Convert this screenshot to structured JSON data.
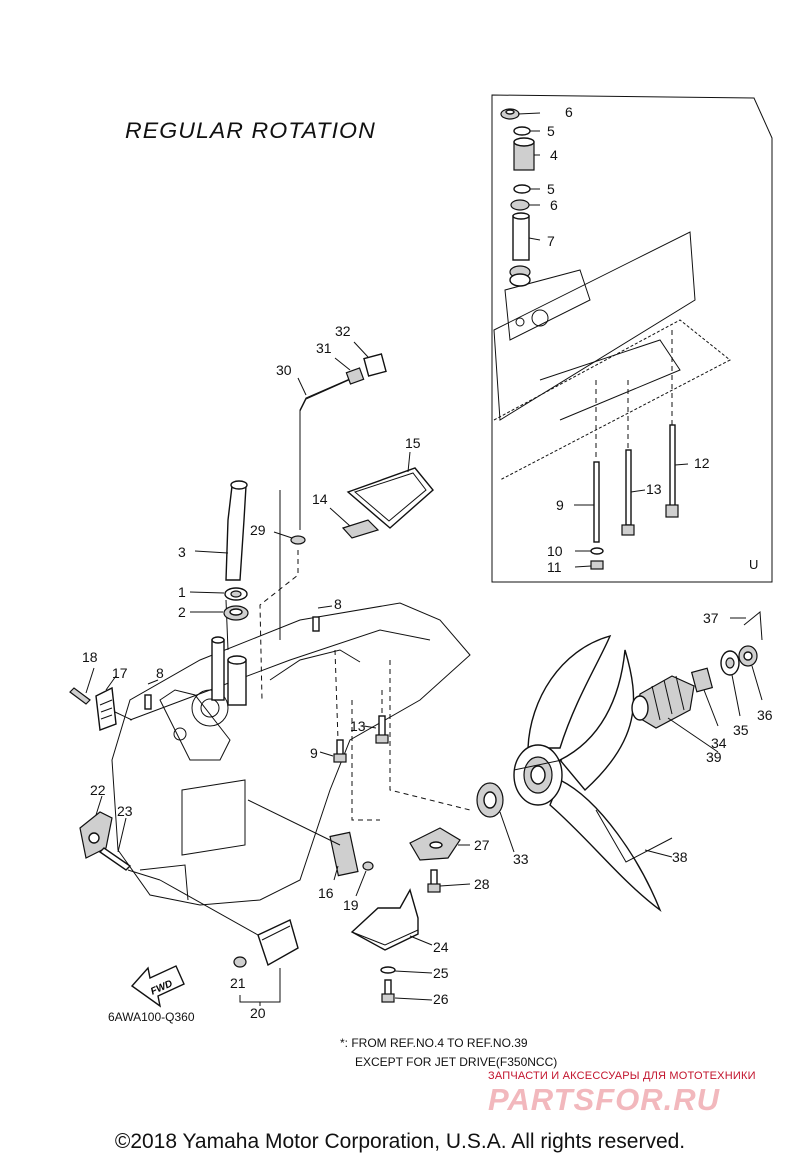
{
  "title": "REGULAR ROTATION",
  "diagram_code": "6AWA100-Q360",
  "view_letter": "U",
  "fwd_label": "FWD",
  "note": {
    "line1": "*: FROM REF.NO.4 TO REF.NO.39",
    "line2": "EXCEPT FOR JET DRIVE(F350NCC)"
  },
  "watermark": {
    "small": "ЗАПЧАСТИ И АКСЕССУАРЫ ДЛЯ МОТОТЕХНИКИ",
    "big": "PARTSFOR.RU"
  },
  "copyright": "©2018 Yamaha Motor Corporation, U.S.A. All rights reserved.",
  "callouts": {
    "c1": "1",
    "c2": "2",
    "c3": "3",
    "c4": "4",
    "c5a": "5",
    "c5b": "5",
    "c6a": "6",
    "c6b": "6",
    "c7": "7",
    "c8a": "8",
    "c8b": "8",
    "c9a": "9",
    "c9b": "9",
    "c10": "10",
    "c11": "11",
    "c12": "12",
    "c13a": "13",
    "c13b": "13",
    "c14": "14",
    "c15": "15",
    "c16": "16",
    "c17": "17",
    "c18": "18",
    "c19": "19",
    "c20": "20",
    "c21": "21",
    "c22": "22",
    "c23": "23",
    "c24": "24",
    "c25": "25",
    "c26": "26",
    "c27": "27",
    "c28": "28",
    "c29": "29",
    "c30": "30",
    "c31": "31",
    "c32": "32",
    "c33": "33",
    "c34": "34",
    "c35": "35",
    "c36": "36",
    "c37": "37",
    "c38": "38",
    "c39": "39"
  }
}
